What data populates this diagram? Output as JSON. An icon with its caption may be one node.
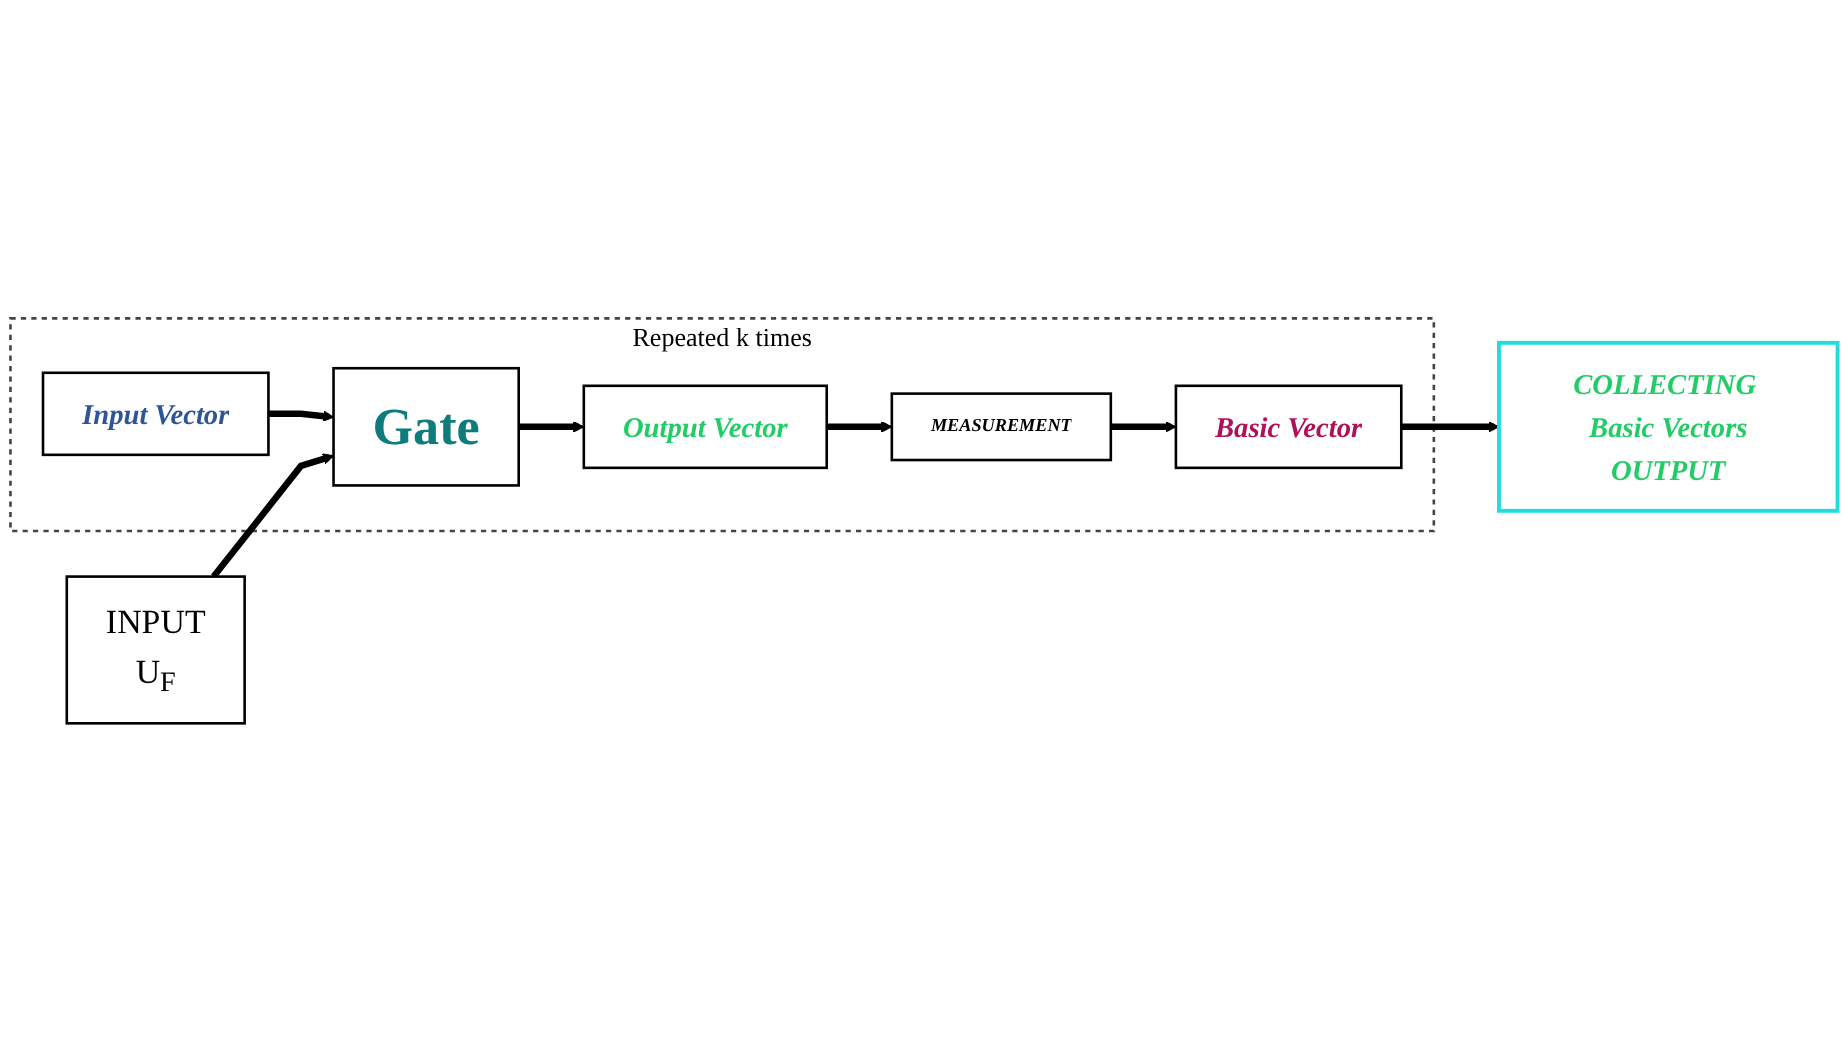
{
  "diagram": {
    "nodes": [
      {
        "text": [
          "Repeated k times"
        ]
      },
      {
        "text": [
          "Input Vector"
        ],
        "in": 0
      },
      {
        "text": [
          "Gate"
        ],
        "in": 0
      },
      {
        "text": [
          "Output Vector"
        ],
        "in": 0
      },
      {
        "text": [
          "MEASUREMENT"
        ],
        "in": 0
      },
      {
        "text": [
          "Basic Vector"
        ],
        "in": 0
      },
      {
        "text": [
          "INPUT",
          "U$_{F}$"
        ]
      },
      {
        "text": [
          "COLLECTING Basic Vectors",
          "OUTPUT"
        ]
      }
    ],
    "edges": [
      {
        "from": 1,
        "to": 2,
        "arrow": "to"
      },
      {
        "from": 6,
        "to": 2,
        "arrow": "to"
      },
      {
        "from": 2,
        "to": 3,
        "arrow": "to"
      },
      {
        "from": 3,
        "to": 4,
        "arrow": "to"
      },
      {
        "from": 4,
        "to": 5,
        "arrow": "to"
      },
      {
        "from": 5,
        "to": 7,
        "arrow": "to"
      }
    ]
  }
}
